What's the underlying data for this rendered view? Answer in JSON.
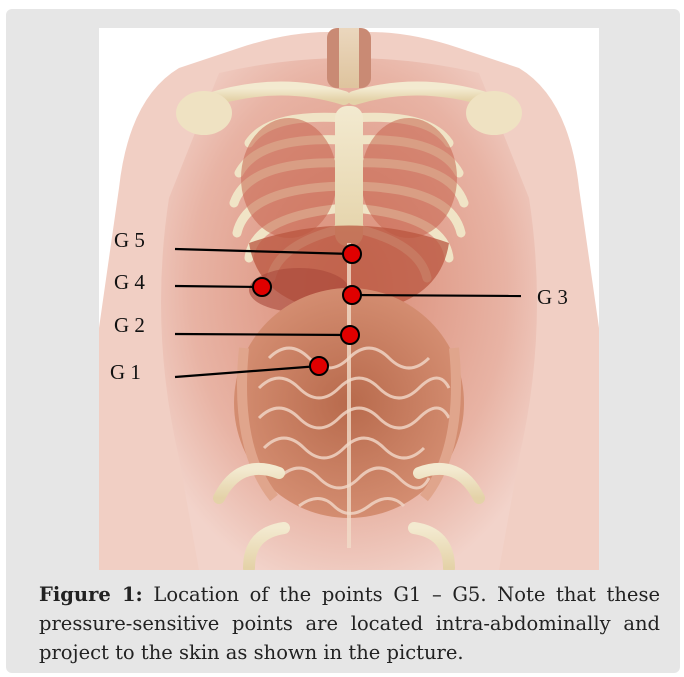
{
  "figure": {
    "points": [
      {
        "label": "G 5",
        "color": "#e00000"
      },
      {
        "label": "G 4",
        "color": "#e00000"
      },
      {
        "label": "G 3",
        "color": "#e00000"
      },
      {
        "label": "G 2",
        "color": "#e00000"
      },
      {
        "label": "G 1",
        "color": "#e00000"
      }
    ],
    "caption": {
      "label": "Figure 1:",
      "text": " Location of the points G1 – G5. Note that these pressure-sensitive points are located intra-abdominally and project to the skin as shown in the picture."
    }
  },
  "colors": {
    "panel": "#e6e6e6",
    "marker": "#e00000",
    "leader_line": "#000000"
  }
}
